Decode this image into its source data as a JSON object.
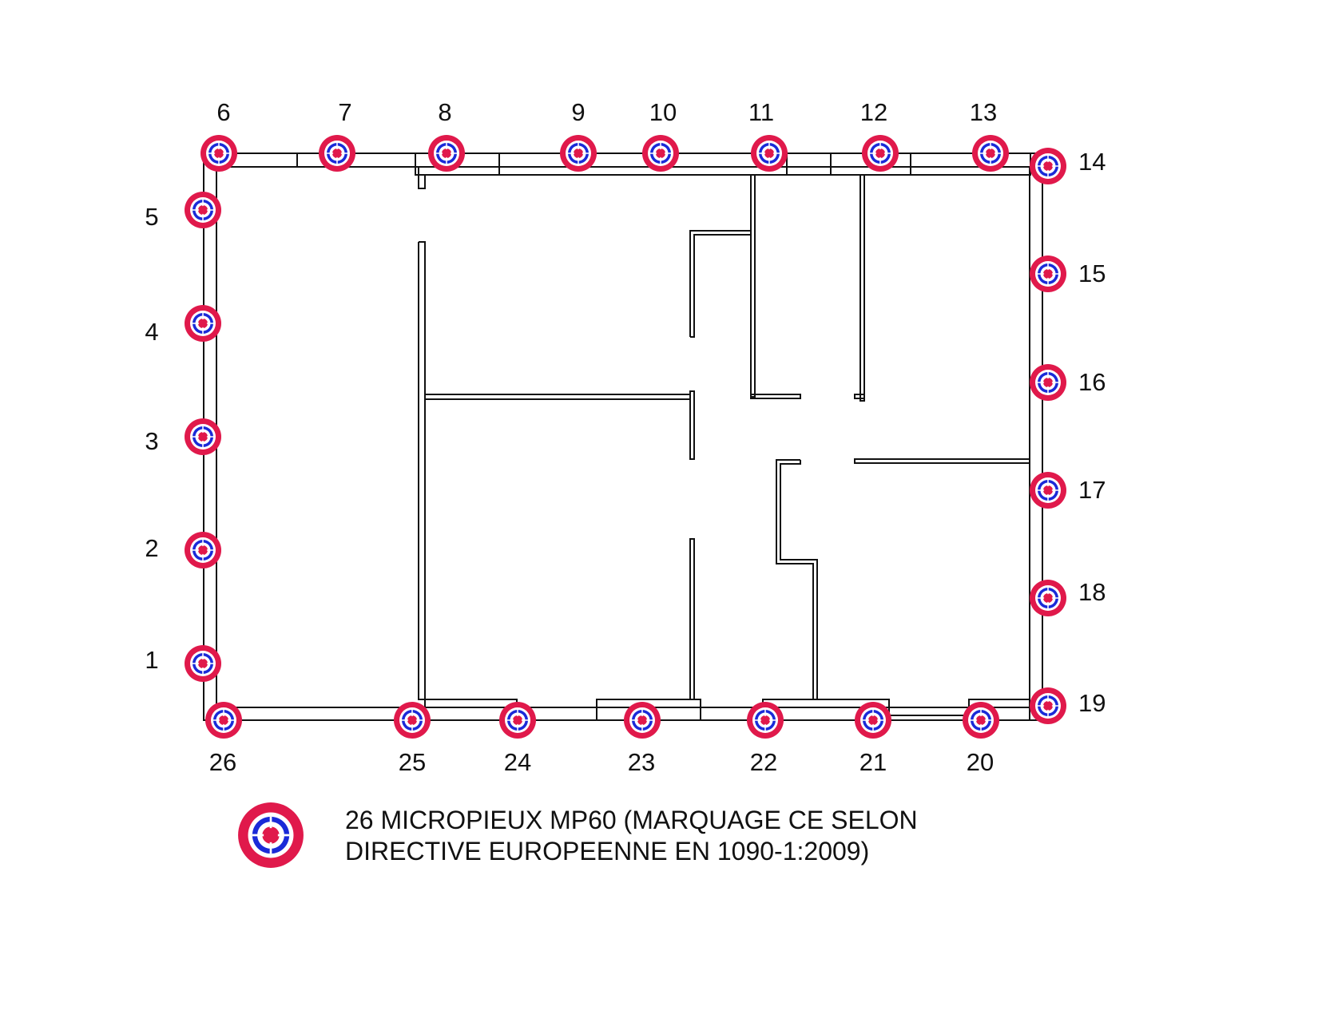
{
  "pile_labels": [
    "1",
    "2",
    "3",
    "4",
    "5",
    "6",
    "7",
    "8",
    "9",
    "10",
    "11",
    "12",
    "13",
    "14",
    "15",
    "16",
    "17",
    "18",
    "19",
    "20",
    "21",
    "22",
    "23",
    "24",
    "25",
    "26"
  ],
  "legend": {
    "line1": "26 MICROPIEUX MP60 (MARQUAGE CE SELON",
    "line2": "DIRECTIVE EUROPEENNE EN 1090-1:2009)"
  },
  "colors": {
    "ring_outer": "#e0194b",
    "ring_mid": "#1a2ad8",
    "center": "#e0194b",
    "wall": "#111111"
  }
}
